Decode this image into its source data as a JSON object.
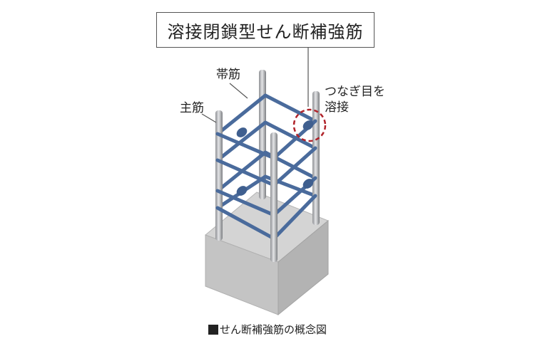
{
  "title": "溶接閉鎖型せん断補強筋",
  "labels": {
    "hoop": "帯筋",
    "main_bar": "主筋",
    "weld_line1": "つなぎ目を",
    "weld_line2": "溶接"
  },
  "caption": "せん断補強筋の概念図",
  "colors": {
    "hoop": "#4a6b9c",
    "bar": "#a9abae",
    "concrete": "#c9c9c9",
    "weld_marker": "#b0232a"
  }
}
